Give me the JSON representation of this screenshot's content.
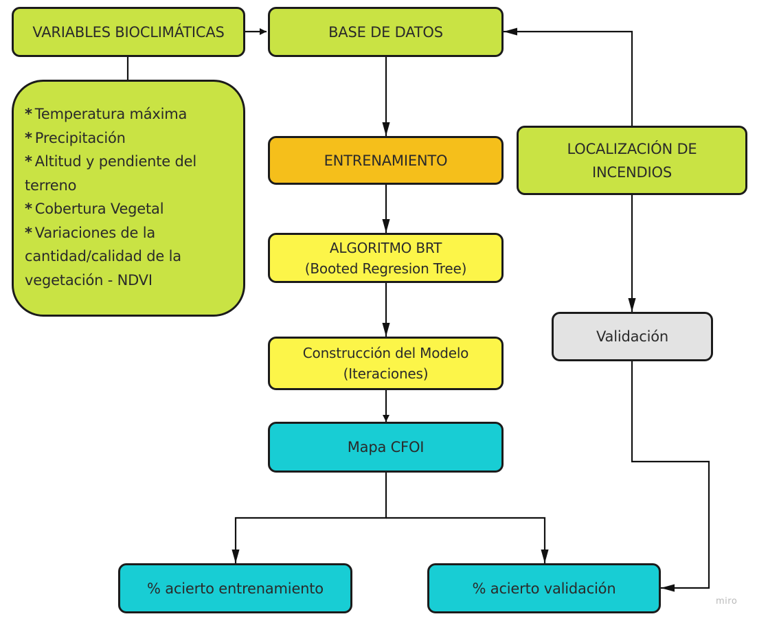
{
  "nodes": {
    "variables": "VARIABLES BIOCLIMÁTICAS",
    "base_datos": "BASE DE DATOS",
    "entrenamiento": "ENTRENAMIENTO",
    "localizacion": [
      "LOCALIZACIÓN DE",
      "INCENDIOS"
    ],
    "algoritmo": [
      "ALGORITMO BRT",
      "(Booted Regresion Tree)"
    ],
    "construccion": [
      "Construcción del Modelo",
      "(Iteraciones)"
    ],
    "validacion": "Validación",
    "mapa": "Mapa CFOI",
    "acierto_entrenamiento": "% acierto entrenamiento",
    "acierto_validacion": "% acierto validación"
  },
  "variables_list": {
    "bullet": "*",
    "items": [
      "Temperatura máxima",
      "Precipitación",
      "Altitud y pendiente del",
      "terreno",
      "Cobertura Vegetal",
      "Variaciones de la",
      "cantidad/calidad de la",
      "vegetación - NDVI"
    ],
    "bulleted": [
      true,
      true,
      true,
      false,
      true,
      true,
      false,
      false
    ]
  },
  "watermark": "miro",
  "colors": {
    "green": "#c9e344",
    "orange": "#f5bf1b",
    "yellow": "#fcf549",
    "cyan": "#18cdd4",
    "grey": "#e3e3e3",
    "stroke": "#1b1b1b"
  }
}
